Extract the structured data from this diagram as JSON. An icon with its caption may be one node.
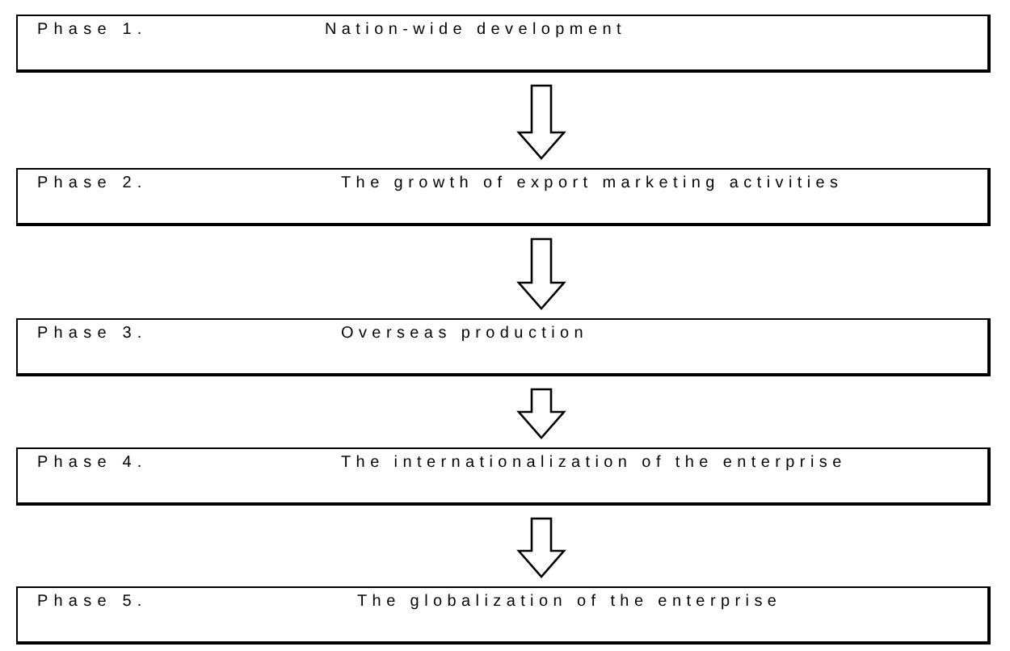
{
  "diagram": {
    "nodes": [
      {
        "text": [
          "Phase 1.",
          "Nation-wide development"
        ]
      },
      {
        "text": [
          "Phase 2.",
          "The growth of export marketing activities"
        ]
      },
      {
        "text": [
          "Phase 3.",
          "Overseas production"
        ]
      },
      {
        "text": [
          "Phase 4.",
          "The internationalization of the enterprise"
        ]
      },
      {
        "text": [
          "Phase 5.",
          "The globalization of the enterprise"
        ]
      }
    ],
    "edges": [
      {
        "from": 0,
        "to": 1,
        "arrow": "to"
      },
      {
        "from": 1,
        "to": 2,
        "arrow": "to"
      },
      {
        "from": 2,
        "to": 3,
        "arrow": "to"
      },
      {
        "from": 3,
        "to": 4,
        "arrow": "to"
      }
    ]
  }
}
